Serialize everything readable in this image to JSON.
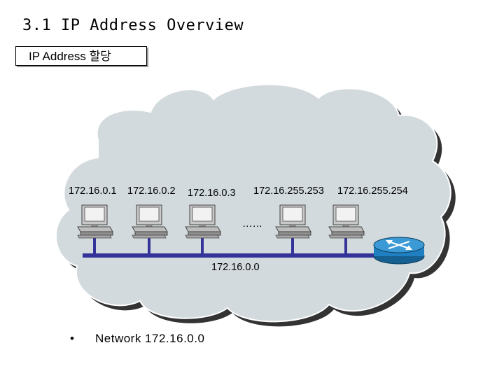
{
  "slide": {
    "title": "3.1 IP Address Overview",
    "subtitle": "IP Address 할당"
  },
  "hosts": [
    {
      "ip": "172.16.0.1"
    },
    {
      "ip": "172.16.0.2"
    },
    {
      "ip": "172.16.0.3"
    },
    {
      "ip": "172.16.255.253"
    },
    {
      "ip": "172.16.255.254"
    }
  ],
  "ellipsis": "……",
  "network_label": "172.16.0.0",
  "bullets": [
    {
      "marker": "•",
      "text": "Network 172.16.0.0"
    }
  ],
  "colors": {
    "cloud_fill": "#d3dadd",
    "cloud_shadow": "#333333",
    "bus_line": "#333399",
    "router_fill": "#1f7fc0"
  },
  "icons": {
    "host": "workstation-icon",
    "router": "router-icon"
  }
}
